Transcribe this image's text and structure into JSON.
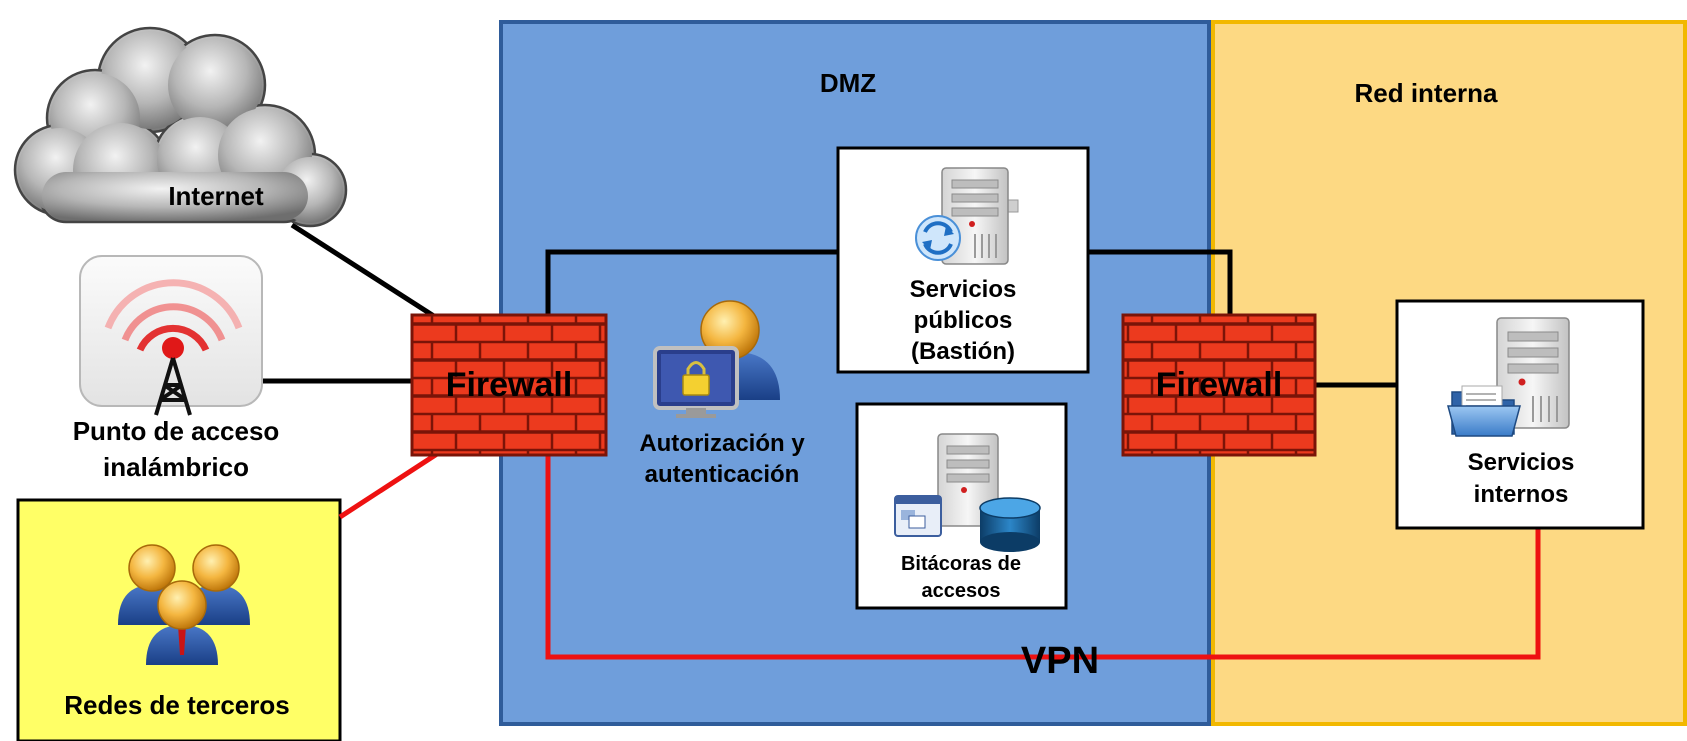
{
  "zones": {
    "dmz_label": "DMZ",
    "internal_label": "Red interna"
  },
  "nodes": {
    "internet": "Internet",
    "wifi_line1": "Punto de acceso",
    "wifi_line2": "inalámbrico",
    "third_party": "Redes de terceros",
    "firewall_left": "Firewall",
    "firewall_right": "Firewall",
    "auth_line1": "Autorización y",
    "auth_line2": "autenticación",
    "public_line1": "Servicios",
    "public_line2": "públicos",
    "public_line3": "(Bastión)",
    "logs_line1": "Bitácoras de",
    "logs_line2": "accesos",
    "internal_line1": "Servicios",
    "internal_line2": "internos",
    "vpn": "VPN"
  },
  "colors": {
    "dmz_fill": "#6f9edb",
    "dmz_border": "#2f5c9a",
    "internal_fill": "#fdd983",
    "internal_border": "#f2b800",
    "third_party_fill": "#ffff66",
    "firewall_brick": "#ec3a1e",
    "firewall_mortar": "#7a1408",
    "link_black": "#000000",
    "link_red": "#ee1111"
  }
}
